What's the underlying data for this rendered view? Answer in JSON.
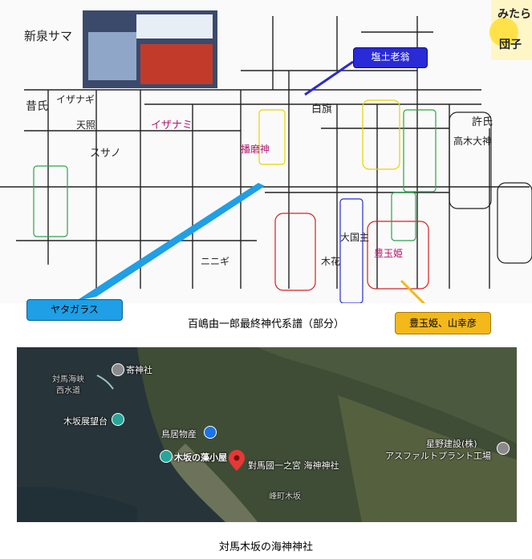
{
  "colors": {
    "callout_blue": "#2a2ad6",
    "callout_lightblue": "#1e9fe6",
    "callout_orange": "#f3b81a",
    "map_pin_red": "#e53935",
    "ink_red": "#b0186e"
  },
  "genealogy": {
    "header_left": "新泉サマ",
    "header_right_top": "みたらし",
    "header_right_bottom": "団子",
    "labels": {
      "mukashi": "昔氏",
      "izanami": "イザナミ",
      "izanagi": "イザナギ",
      "sasano": "スサノ",
      "amaterasu": "天照",
      "shiranui": "白旗",
      "kyo": "許氏",
      "takagi": "高木大神",
      "hanshin": "播磨神",
      "toyotama": "豊玉姫",
      "okuni": "大国主",
      "konohana": "木花",
      "goroku": "ニニギ"
    }
  },
  "callouts": {
    "shiozuchi": "塩土老翁",
    "yatagarasu": "ヤタガラス",
    "toyotama_yamasachi": "豊玉姫、山幸彦"
  },
  "caption_top": "百嶋由一郎最終神代系譜（部分）",
  "map": {
    "labels": {
      "yoro_shrine": "寄神社",
      "tsushima_strait": "対馬海峡",
      "nishi_suido": "西水道",
      "kisaka_observatory": "木坂展望台",
      "torii_shop": "鳥居物産",
      "kisaka_moshoya": "木坂の藻小屋",
      "kaijin_shrine": "對馬國一之宮 海神神社",
      "hoshino": "星野建設(株)",
      "asphalt": "アスファルトプラント工場",
      "minecho": "峰町木坂"
    }
  },
  "caption_bottom": "対馬木坂の海神神社"
}
